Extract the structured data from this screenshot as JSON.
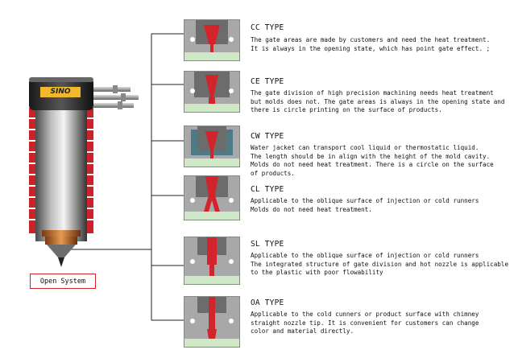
{
  "open_system": {
    "label": "Open System"
  },
  "brand": {
    "logo": "SINO"
  },
  "types": [
    {
      "title": "CC TYPE",
      "desc": "The gate areas are made by customers and need the heat treatment.\nIt is always in the opening state, which has point gate effect. ;"
    },
    {
      "title": "CE TYPE",
      "desc": "The gate division of high precision machining needs heat treatment\nbut molds does not. The gate areas is always in the opening state and\nthere is circle  printing on the surface of products."
    },
    {
      "title": "CW TYPE",
      "desc": "Water jacket can transport cool liquid or thermostatic liquid.\nThe length should be in align with the height of the mold cavity.\nMolds do not need heat treatment. There is a circle on the surface\nof products."
    },
    {
      "title": "CL TYPE",
      "desc": "Applicable to the oblique surface of injection or cold runners\nMolds do not need heat treatment."
    },
    {
      "title": "SL TYPE",
      "desc": "Applicable to the oblique surface of injection or cold runners\nThe integrated structure of gate division and hot nozzle is applicable\n to the plastic with poor flowability"
    },
    {
      "title": "OA TYPE",
      "desc": "Applicable to the cold cunners or product surface with chimney\nstraight nozzle tip. It is convenient for customers can change\ncolor and material directly."
    }
  ],
  "colors": {
    "accent_red": "#d3242c",
    "mold_green": "#cfe8c7",
    "mold_gray": "#9a9a9a"
  }
}
